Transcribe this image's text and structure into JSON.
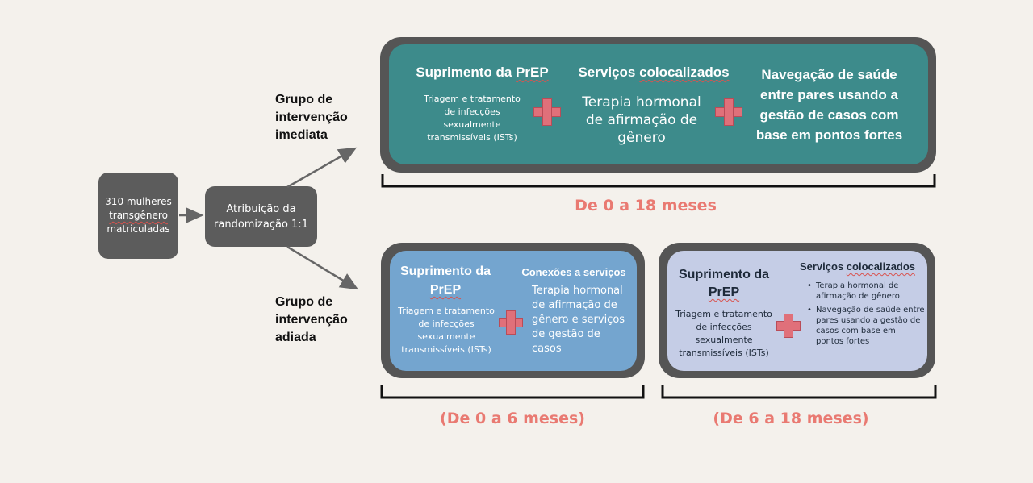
{
  "enrolled": "310 mulheres transgênero matriculadas",
  "enrolled_lines": [
    "310 mulheres",
    "transgênero",
    "matriculadas"
  ],
  "randomization_lines": [
    "Atribuição da",
    "randomização 1:1"
  ],
  "immediate": {
    "label_lines": [
      "Grupo de",
      "intervenção",
      "imediata"
    ],
    "prep_title": [
      "Suprimento da ",
      "PrEP"
    ],
    "prep_detail_lines": [
      "Triagem e tratamento",
      "de infecções",
      "sexualmente",
      "transmissíveis (ISTs)"
    ],
    "colocated_title": [
      "Serviços ",
      "colocalizados"
    ],
    "hormonal_lines": [
      "Terapia hormonal",
      "de afirmação de",
      "gênero"
    ],
    "navigation_lines": [
      "Navegação de saúde",
      "entre pares usando a",
      "gestão de casos com",
      "base em pontos fortes"
    ],
    "period": "De 0 a 18 meses"
  },
  "delayed": {
    "label_lines": [
      "Grupo de",
      "intervenção",
      "adiada"
    ],
    "phase1": {
      "prep_title_lines": [
        "Suprimento da",
        "PrEP"
      ],
      "prep_detail_lines": [
        "Triagem e tratamento",
        "de infecções",
        "sexualmente",
        "transmissíveis (ISTs)"
      ],
      "connections_title": "Conexões a serviços",
      "connections_lines": [
        "Terapia hormonal",
        "de afirmação de",
        "gênero e serviços",
        "de gestão de",
        "casos"
      ],
      "period": "(De 0 a 6 meses)"
    },
    "phase2": {
      "prep_title_lines": [
        "Suprimento da",
        "PrEP"
      ],
      "prep_detail_lines": [
        "Triagem e tratamento",
        "de infecções",
        "sexualmente",
        "transmissíveis (ISTs)"
      ],
      "colocated_title": [
        "Serviços ",
        "colocalizados"
      ],
      "bullets": [
        "Terapia hormonal de afirmação de gênero",
        "Navegação de saúde entre pares usando a gestão de casos com base em pontos fortes"
      ],
      "period": "(De 6 a 18 meses)"
    }
  },
  "colors": {
    "background": "#f4f1ec",
    "teal_panel": "#3d8b8b",
    "blue_panel": "#74a5cf",
    "lavender_panel": "#c5cde6",
    "frame": "#555555",
    "plus": "#e0707a",
    "period_text": "#e97a72"
  }
}
